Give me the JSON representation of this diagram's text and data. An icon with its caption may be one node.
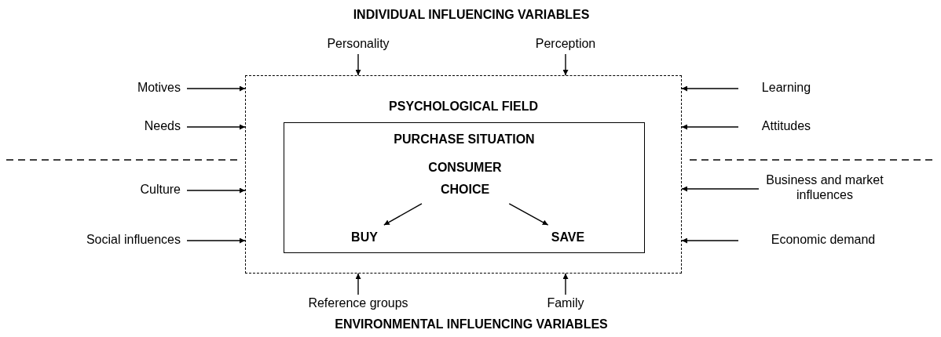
{
  "diagram": {
    "title": "INDIVIDUAL INFLUENCING VARIABLES",
    "nodes": [
      {
        "text": [
          "PSYCHOLOGICAL FIELD"
        ]
      },
      {
        "text": [
          "PURCHASE SITUATION"
        ],
        "in": 0
      },
      {
        "text": [
          "CONSUMER CHOICE"
        ],
        "in": 1
      },
      {
        "text": [
          "BUY"
        ],
        "in": 1
      },
      {
        "text": [
          "SAVE"
        ],
        "in": 1
      },
      {
        "text": [
          "Personality"
        ]
      },
      {
        "text": [
          "Perception"
        ]
      },
      {
        "text": [
          "Motives"
        ]
      },
      {
        "text": [
          "Needs"
        ]
      },
      {
        "text": [
          "Learning"
        ]
      },
      {
        "text": [
          "Attitudes"
        ]
      },
      {
        "text": [
          "Culture"
        ]
      },
      {
        "text": [
          "Social influences"
        ]
      },
      {
        "text": [
          "Business and market influences"
        ]
      },
      {
        "text": [
          "Economic demand"
        ]
      },
      {
        "text": [
          "Reference groups"
        ]
      },
      {
        "text": [
          "Family"
        ]
      }
    ],
    "edges": [
      {
        "from": 2,
        "to": 3,
        "arrow": "to"
      },
      {
        "from": 2,
        "to": 4,
        "arrow": "to"
      },
      {
        "from": 5,
        "to": 0,
        "arrow": "to"
      },
      {
        "from": 6,
        "to": 0,
        "arrow": "to"
      },
      {
        "from": 7,
        "to": 0,
        "arrow": "to"
      },
      {
        "from": 8,
        "to": 0,
        "arrow": "to"
      },
      {
        "from": 9,
        "to": 0,
        "arrow": "to"
      },
      {
        "from": 10,
        "to": 0,
        "arrow": "to"
      },
      {
        "from": 11,
        "to": 0,
        "arrow": "to"
      },
      {
        "from": 12,
        "to": 0,
        "arrow": "to"
      },
      {
        "from": 13,
        "to": 0,
        "arrow": "to"
      },
      {
        "from": 14,
        "to": 0,
        "arrow": "to"
      },
      {
        "from": 15,
        "to": 0,
        "arrow": "to"
      },
      {
        "from": 16,
        "to": 0,
        "arrow": "to"
      }
    ],
    "labels": [
      "ENVIRONMENTAL INFLUENCING VARIABLES"
    ]
  }
}
